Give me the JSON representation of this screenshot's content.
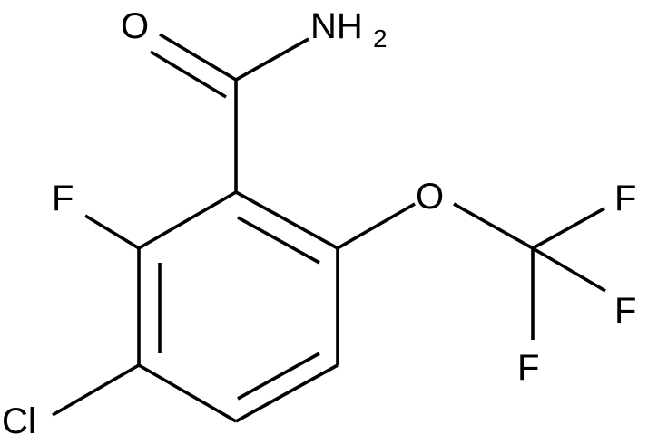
{
  "structure": {
    "atoms": {
      "carbonyl_oxygen": "O",
      "amide_nitrogen": "NH",
      "amide_subscript": "2",
      "ortho_fluorine": "F",
      "chlorine": "Cl",
      "ether_oxygen": "O",
      "cf3_fluorine_top": "F",
      "cf3_fluorine_right": "F",
      "cf3_fluorine_bottom": "F"
    },
    "colors": {
      "bond": "#000000",
      "label": "#000000",
      "background": "#ffffff"
    }
  }
}
